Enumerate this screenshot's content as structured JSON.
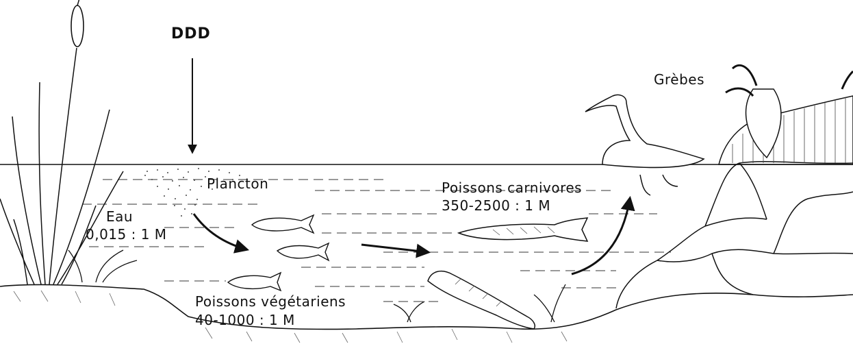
{
  "labels": {
    "pollutant": "DDD",
    "grebes": "Grèbes",
    "plankton": "Plancton",
    "water_name": "Eau",
    "water_ratio": "0,015 : 1 M",
    "carnivores_name": "Poissons carnivores",
    "carnivores_ratio": "350-2500 : 1 M",
    "herbivores_name": "Poissons végétariens",
    "herbivores_ratio": "40-1000 :  1 M"
  },
  "colors": {
    "ink": "#111111",
    "paper": "#ffffff"
  }
}
